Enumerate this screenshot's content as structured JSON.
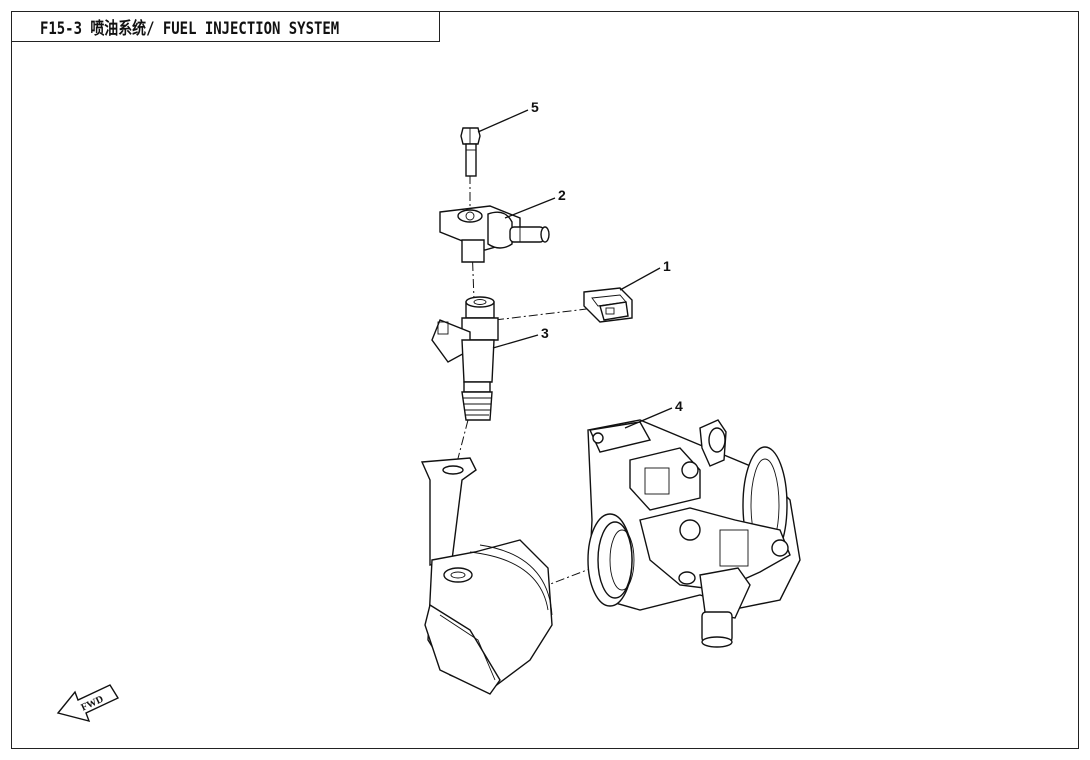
{
  "title": "F15-3 喷油系统/ FUEL INJECTION SYSTEM",
  "callouts": [
    {
      "id": "c1",
      "label": "1"
    },
    {
      "id": "c2",
      "label": "2"
    },
    {
      "id": "c3",
      "label": "3"
    },
    {
      "id": "c4",
      "label": "4"
    },
    {
      "id": "c5",
      "label": "5"
    }
  ],
  "fwd_label": "FWD",
  "parts": {
    "p1": "clip-icon",
    "p2": "fuel-rail-icon",
    "p3": "fuel-injector-icon",
    "p4": "throttle-body-icon",
    "p5": "bolt-icon"
  }
}
